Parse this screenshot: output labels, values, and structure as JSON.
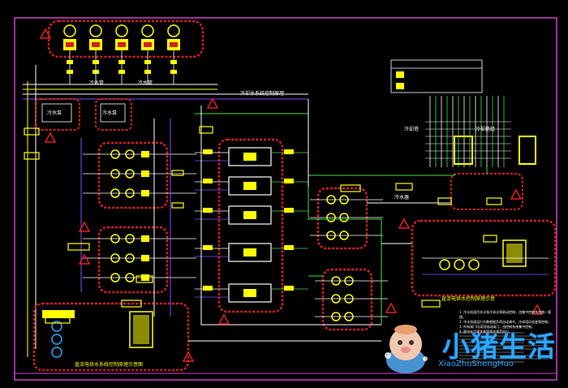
{
  "diagram": {
    "title_bottom_left": "直流电供水系统控制原理示意图",
    "title_bottom_right": "直流电供水控制原理示意",
    "title_top_mid": "冷却水系统控制原理",
    "label_top_pipe_left": "冷水管",
    "label_top_pipe_mid": "冷水管",
    "label_left_box_a": "冷水泵",
    "label_left_box_b": "冷水泵",
    "label_right_box_a": "冷却塔",
    "label_right_box_b": "冷却塔组",
    "label_mid_box": "冷水器",
    "notes": [
      "1. 冷水机组冷冻水泵冷却水泵联动控制，由集中控制系统统一管理。",
      "2. 冷水机组运行台数根据负荷自动调节，冷却塔风机变频控制。",
      "3. 所有阀门均采用电动阀门，由控制系统集中控制。",
      "4. 图中未尽事宜参照相关规范执行。"
    ],
    "colors": {
      "background": "#000000",
      "frame": "#d040d0",
      "equipment": "#ffff00",
      "cloud": "#d02020",
      "water_line": "#ffffff",
      "control_line": "#40e040",
      "signal_line": "#8a4cff",
      "accent": "#2aa7ff"
    }
  },
  "watermark": {
    "text": "小猪生活",
    "sub": "XiaoZhuShengHuo"
  }
}
